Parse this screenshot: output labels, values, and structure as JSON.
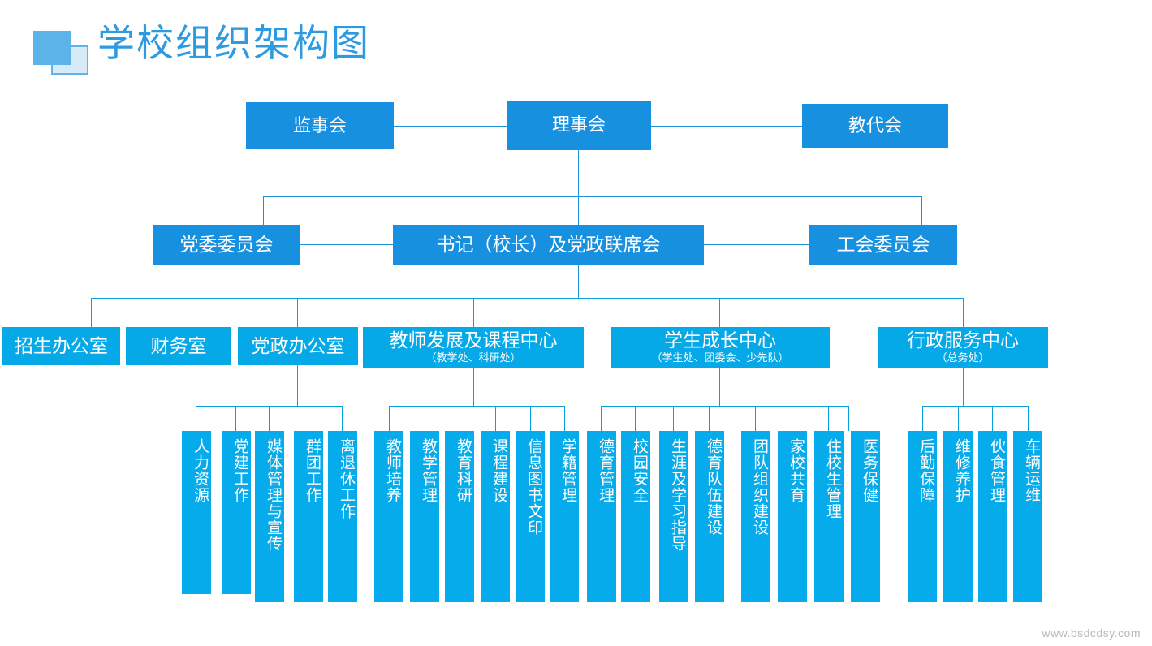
{
  "page": {
    "title": "学校组织架构图",
    "watermark": "www.bsdcdsy.com",
    "accent_color": "#1890e0",
    "accent_color_light": "#05abea",
    "title_color": "#2e9ae0",
    "icon_front_color": "#5cb3e9",
    "icon_back_color": "#d6eaf8"
  },
  "chart_data": {
    "type": "diagram",
    "title": "学校组织架构图",
    "levels": [
      {
        "name": "governance",
        "nodes": [
          "监事会",
          "理事会",
          "教代会"
        ]
      },
      {
        "name": "leadership",
        "nodes": [
          "党委委员会",
          "书记（校长）及党政联席会",
          "工会委员会"
        ]
      },
      {
        "name": "departments",
        "nodes": [
          "招生办公室",
          "财务室",
          "党政办公室",
          "教师发展及课程中心（教学处、科研处）",
          "学生成长中心（学生处、团委会、少先队）",
          "行政服务中心（总务处）"
        ]
      }
    ]
  },
  "level1": {
    "left": {
      "label": "监事会"
    },
    "center": {
      "label": "理事会"
    },
    "right": {
      "label": "教代会"
    }
  },
  "level2": {
    "left": {
      "label": "党委委员会"
    },
    "center": {
      "label": "书记（校长）及党政联席会"
    },
    "right": {
      "label": "工会委员会"
    }
  },
  "level3": [
    {
      "label": "招生办公室",
      "sub": ""
    },
    {
      "label": "财务室",
      "sub": ""
    },
    {
      "label": "党政办公室",
      "sub": ""
    },
    {
      "label": "教师发展及课程中心",
      "sub": "（教学处、科研处）"
    },
    {
      "label": "学生成长中心",
      "sub": "（学生处、团委会、少先队）"
    },
    {
      "label": "行政服务中心",
      "sub": "（总务处）"
    }
  ],
  "leaves": {
    "party_office": [
      "人力资源",
      "党建工作",
      "媒体管理与宣传",
      "群团工作",
      "离退休工作"
    ],
    "teacher_center": [
      "教师培养",
      "教学管理",
      "教育科研",
      "课程建设",
      "信息图书文印",
      "学籍管理"
    ],
    "student_center": [
      "德育管理",
      "校园安全",
      "生涯及学习指导",
      "德育队伍建设",
      "团队组织建设",
      "家校共育",
      "住校生管理",
      "医务保健"
    ],
    "admin_center": [
      "后勤保障",
      "维修养护",
      "伙食管理",
      "车辆运维"
    ]
  }
}
